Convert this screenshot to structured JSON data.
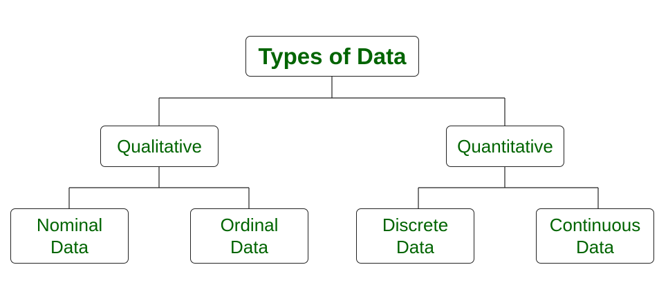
{
  "root": {
    "label": "Types of Data"
  },
  "left": {
    "label": "Qualitative",
    "children": [
      {
        "line1": "Nominal",
        "line2": "Data"
      },
      {
        "line1": "Ordinal",
        "line2": "Data"
      }
    ]
  },
  "right": {
    "label": "Quantitative",
    "children": [
      {
        "line1": "Discrete",
        "line2": "Data"
      },
      {
        "line1": "Continuous",
        "line2": "Data"
      }
    ]
  },
  "colors": {
    "text": "#006400",
    "border": "#222222",
    "connector": "#222222"
  }
}
